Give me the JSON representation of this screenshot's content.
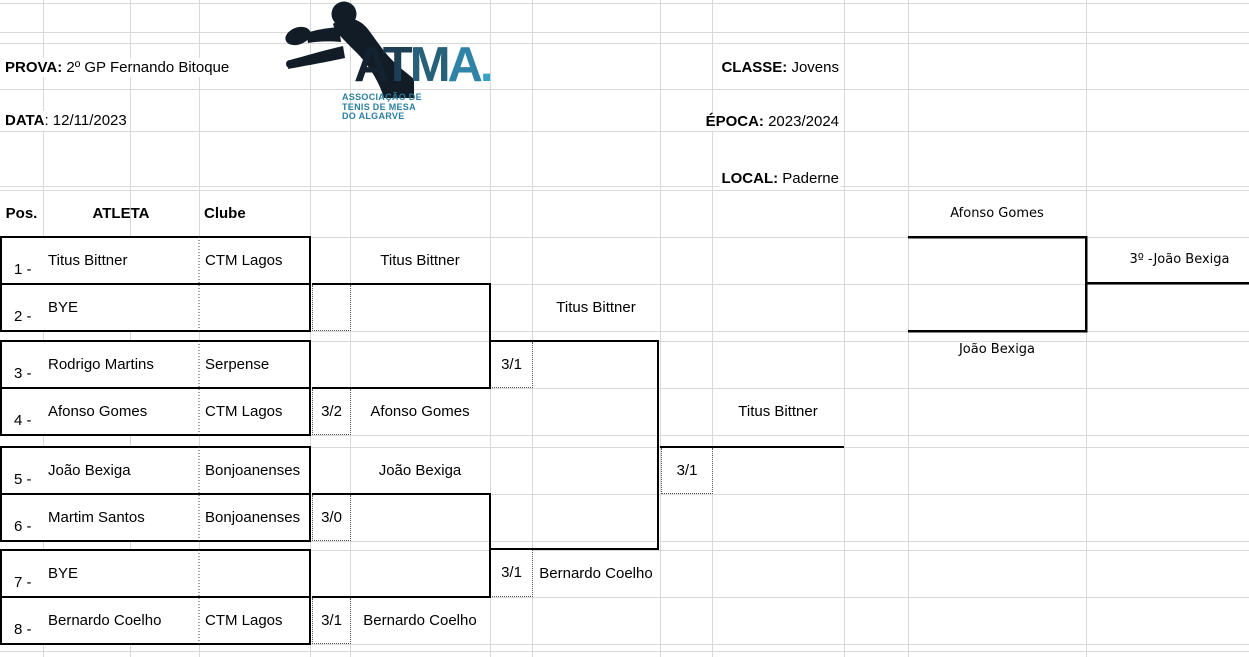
{
  "header": {
    "prova_label": "PROVA:",
    "prova_value": "2º GP Fernando Bitoque",
    "data_label": "DATA",
    "data_value": ": 12/11/2023",
    "classe_label": "CLASSE:",
    "classe_value": "Jovens",
    "epoca_label": "ÉPOCA:",
    "epoca_value": "2023/2024",
    "local_label": "LOCAL:",
    "local_value": "Paderne"
  },
  "logo": {
    "icon": "table-tennis-player-silhouette",
    "wordmark": "ATMA.",
    "org_lines": [
      "ASSOCIAÇÃO DE",
      "TENIS DE MESA",
      "DO ALGARVE"
    ],
    "colors": {
      "dark_navy": "#14222f",
      "teal": "#2e83a6",
      "light_teal": "#36a2c6"
    }
  },
  "table": {
    "headers": {
      "pos": "Pos.",
      "atleta": "ATLETA",
      "clube": "Clube"
    },
    "players": [
      {
        "pos": "1 -",
        "name": "Titus Bittner",
        "club": "CTM Lagos"
      },
      {
        "pos": "2 -",
        "name": "BYE",
        "club": ""
      },
      {
        "pos": "3 -",
        "name": "Rodrigo Martins",
        "club": "Serpense"
      },
      {
        "pos": "4 -",
        "name": "Afonso Gomes",
        "club": "CTM Lagos"
      },
      {
        "pos": "5 -",
        "name": "João Bexiga",
        "club": "Bonjoanenses"
      },
      {
        "pos": "6 -",
        "name": "Martim Santos",
        "club": "Bonjoanenses"
      },
      {
        "pos": "7 -",
        "name": "BYE",
        "club": ""
      },
      {
        "pos": "8 -",
        "name": "Bernardo Coelho",
        "club": "CTM Lagos"
      }
    ]
  },
  "bracket": {
    "round1": [
      {
        "winner": "Titus Bittner",
        "score": ""
      },
      {
        "winner": "Afonso Gomes",
        "score": "3/2"
      },
      {
        "winner": "João Bexiga",
        "score": "3/0"
      },
      {
        "winner": "Bernardo Coelho",
        "score": "3/1"
      }
    ],
    "semifinals": [
      {
        "winner": "Titus Bittner",
        "score": "3/1"
      },
      {
        "winner": "Bernardo Coelho",
        "score": "3/1"
      }
    ],
    "final": {
      "winner": "Titus Bittner",
      "score": "3/1"
    },
    "third_place": {
      "top": "Afonso Gomes",
      "bottom": "João Bexiga",
      "result": "3º -João Bexiga"
    }
  }
}
